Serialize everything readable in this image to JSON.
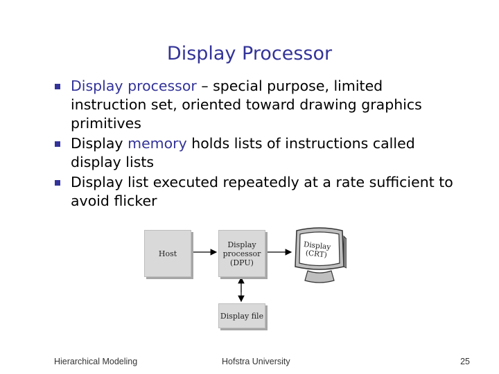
{
  "slide": {
    "title": "Display Processor",
    "bullets": [
      {
        "highlight": "Display processor",
        "rest": " – special purpose, limited instruction set, oriented toward drawing graphics primitives"
      },
      {
        "prefix": "Display ",
        "highlight": "memory",
        "rest": " holds lists of instructions called display lists"
      },
      {
        "text": "Display list executed repeatedly at a rate sufficient to avoid flicker"
      }
    ],
    "accent_color": "#333399"
  },
  "diagram": {
    "host": "Host",
    "dpu": "Display\nprocessor\n(DPU)",
    "crt": "Display\n(CRT)",
    "display_file": "Display file"
  },
  "footer": {
    "left": "Hierarchical Modeling",
    "center": "Hofstra University",
    "page": "25"
  }
}
